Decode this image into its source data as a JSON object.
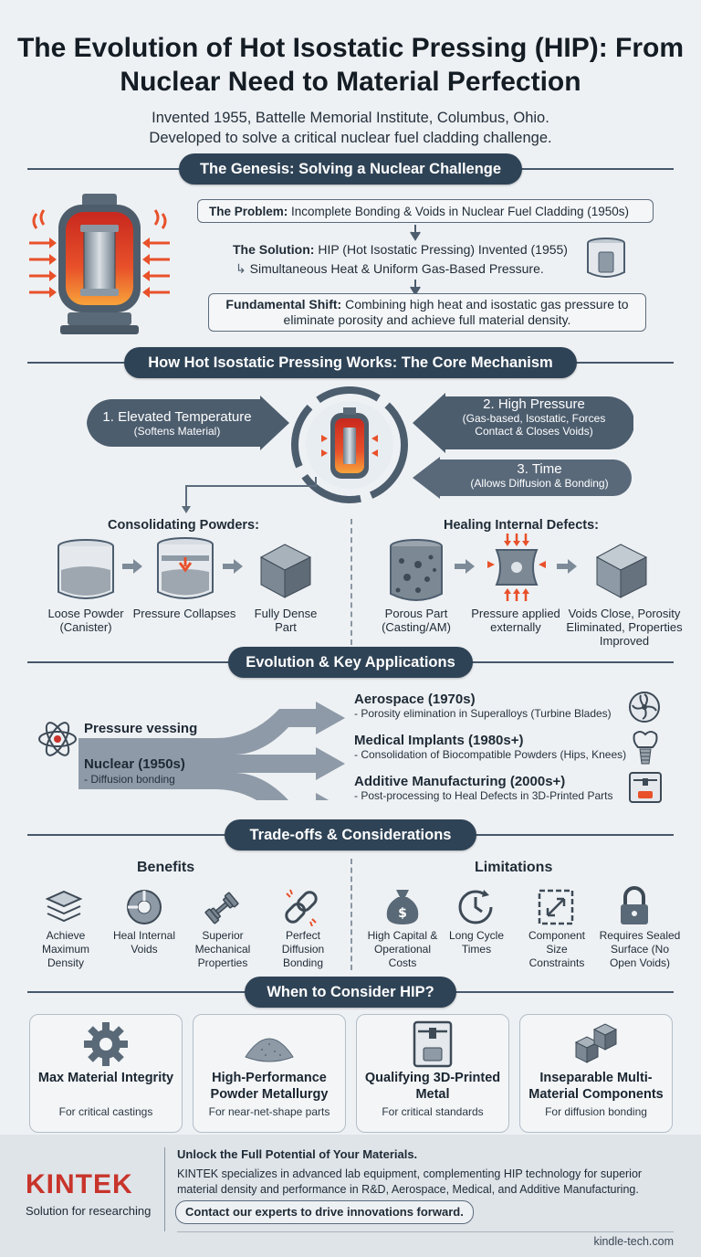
{
  "title": "The Evolution of Hot Isostatic Pressing (HIP): From Nuclear Need to Material Perfection",
  "subtitle": {
    "line1": "Invented 1955, Battelle Memorial Institute, Columbus, Ohio.",
    "line2": "Developed to solve a critical nuclear fuel cladding challenge."
  },
  "genesis": {
    "heading": "The Genesis: Solving a Nuclear Challenge",
    "problem_label": "The Problem:",
    "problem_text": "Incomplete Bonding & Voids in Nuclear Fuel Cladding (1950s)",
    "solution_label": "The Solution:",
    "solution_text": "HIP (Hot Isostatic Pressing) Invented (1955)",
    "solution_sub": "Simultaneous Heat & Uniform Gas-Based Pressure.",
    "shift_label": "Fundamental Shift:",
    "shift_text": "Combining high heat and isostatic gas pressure to eliminate porosity and achieve full material density."
  },
  "mechanism": {
    "heading": "How Hot Isostatic Pressing Works: The Core Mechanism",
    "temp_title": "1. Elevated Temperature",
    "temp_sub": "(Softens Material)",
    "pressure_title": "2. High Pressure",
    "pressure_sub": "(Gas-based, Isostatic, Forces Contact & Closes Voids)",
    "time_title": "3. Time",
    "time_sub": "(Allows Diffusion & Bonding)",
    "powders_heading": "Consolidating Powders:",
    "powders_steps": [
      "Loose Powder (Canister)",
      "Pressure Collapses",
      "Fully Dense Part"
    ],
    "defects_heading": "Healing Internal Defects:",
    "defects_steps": [
      "Porous Part (Casting/AM)",
      "Pressure applied externally",
      "Voids Close, Porosity Eliminated, Properties Improved"
    ]
  },
  "evolution": {
    "heading": "Evolution & Key Applications",
    "trunk_label": "Pressure vessing",
    "origin_title": "Nuclear (1950s)",
    "origin_sub": "- Diffusion bonding",
    "branches": [
      {
        "title": "Aerospace (1970s)",
        "sub": "- Porosity elimination in Superalloys (Turbine Blades)"
      },
      {
        "title": "Medical Implants (1980s+)",
        "sub": "- Consolidation of Biocompatible Powders (Hips, Knees)"
      },
      {
        "title": "Additive Manufacturing (2000s+)",
        "sub": "- Post-processing to Heal Defects in 3D-Printed Parts"
      }
    ]
  },
  "tradeoffs": {
    "heading": "Trade-offs & Considerations",
    "benefits_heading": "Benefits",
    "benefits": [
      "Achieve Maximum Density",
      "Heal Internal Voids",
      "Superior Mechanical Properties",
      "Perfect Diffusion Bonding"
    ],
    "limitations_heading": "Limitations",
    "limitations": [
      "High Capital & Operational Costs",
      "Long Cycle Times",
      "Component Size Constraints",
      "Requires Sealed Surface (No Open Voids)"
    ]
  },
  "consider": {
    "heading": "When to Consider HIP?",
    "cards": [
      {
        "title": "Max Material Integrity",
        "sub": "For critical castings"
      },
      {
        "title": "High-Performance Powder Metallurgy",
        "sub": "For near-net-shape parts"
      },
      {
        "title": "Qualifying 3D-Printed Metal",
        "sub": "For critical standards"
      },
      {
        "title": "Inseparable Multi-Material Components",
        "sub": "For diffusion bonding"
      }
    ]
  },
  "footer": {
    "brand": "KINTEK",
    "tagline": "Solution for researching",
    "headline": "Unlock the Full Potential of Your Materials.",
    "body": "KINTEK specializes in advanced lab equipment, complementing HIP technology for superior material density and performance in R&D, Aerospace, Medical, and Additive Manufacturing.",
    "cta": "Contact our experts to drive innovations forward.",
    "url": "kindle-tech.com"
  },
  "colors": {
    "accent": "#2f4356",
    "brand": "#c8342b",
    "heat": "#e8512a"
  }
}
